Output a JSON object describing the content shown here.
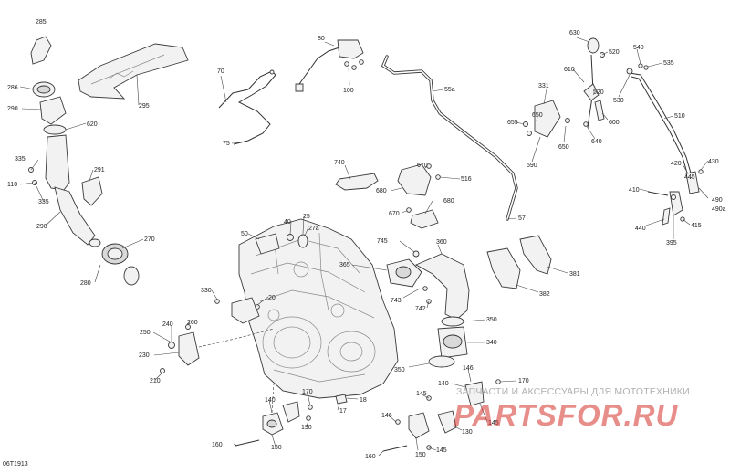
{
  "diagram_code": "06T1913",
  "watermark": {
    "text": "ЗАПЧАСТИ И АКСЕССУАРЫ ДЛЯ МОТОТЕХНИКИ",
    "logo": "PARTSFOR.RU",
    "color": "#d4322c"
  },
  "callouts": [
    {
      "id": "c285",
      "label": "285"
    },
    {
      "id": "c286",
      "label": "286"
    },
    {
      "id": "c290a",
      "label": "290"
    },
    {
      "id": "c620",
      "label": "620"
    },
    {
      "id": "c295",
      "label": "295"
    },
    {
      "id": "c335a",
      "label": "335"
    },
    {
      "id": "c110",
      "label": "110"
    },
    {
      "id": "c335b",
      "label": "335"
    },
    {
      "id": "c291",
      "label": "291"
    },
    {
      "id": "c290b",
      "label": "290"
    },
    {
      "id": "c270",
      "label": "270"
    },
    {
      "id": "c280",
      "label": "280"
    },
    {
      "id": "c70",
      "label": "70"
    },
    {
      "id": "c75",
      "label": "75"
    },
    {
      "id": "c80",
      "label": "80"
    },
    {
      "id": "c100",
      "label": "100"
    },
    {
      "id": "c55a",
      "label": "55a"
    },
    {
      "id": "c57",
      "label": "57"
    },
    {
      "id": "c740",
      "label": "740"
    },
    {
      "id": "c670a",
      "label": "670"
    },
    {
      "id": "c516",
      "label": "516"
    },
    {
      "id": "c680a",
      "label": "680"
    },
    {
      "id": "c670b",
      "label": "670"
    },
    {
      "id": "c680b",
      "label": "680"
    },
    {
      "id": "c331",
      "label": "331"
    },
    {
      "id": "c655",
      "label": "655"
    },
    {
      "id": "c650a",
      "label": "650"
    },
    {
      "id": "c650b",
      "label": "650"
    },
    {
      "id": "c590",
      "label": "590"
    },
    {
      "id": "c630",
      "label": "630"
    },
    {
      "id": "c520a",
      "label": "520"
    },
    {
      "id": "c610",
      "label": "610"
    },
    {
      "id": "c520b",
      "label": "520"
    },
    {
      "id": "c600",
      "label": "600"
    },
    {
      "id": "c640",
      "label": "640"
    },
    {
      "id": "c540",
      "label": "540"
    },
    {
      "id": "c535",
      "label": "535"
    },
    {
      "id": "c530",
      "label": "530"
    },
    {
      "id": "c510",
      "label": "510"
    },
    {
      "id": "c420",
      "label": "420"
    },
    {
      "id": "c430",
      "label": "430"
    },
    {
      "id": "c445",
      "label": "445"
    },
    {
      "id": "c410",
      "label": "410"
    },
    {
      "id": "c490",
      "label": "490"
    },
    {
      "id": "c490a",
      "label": "490a"
    },
    {
      "id": "c440",
      "label": "440"
    },
    {
      "id": "c415",
      "label": "415"
    },
    {
      "id": "c395",
      "label": "395"
    },
    {
      "id": "c40",
      "label": "40"
    },
    {
      "id": "c25",
      "label": "25"
    },
    {
      "id": "c27a",
      "label": "27a"
    },
    {
      "id": "c50",
      "label": "50"
    },
    {
      "id": "c745",
      "label": "745"
    },
    {
      "id": "c360",
      "label": "360"
    },
    {
      "id": "c365",
      "label": "365"
    },
    {
      "id": "c743",
      "label": "743"
    },
    {
      "id": "c742",
      "label": "742"
    },
    {
      "id": "c381",
      "label": "381"
    },
    {
      "id": "c382",
      "label": "382"
    },
    {
      "id": "c350a",
      "label": "350"
    },
    {
      "id": "c340",
      "label": "340"
    },
    {
      "id": "c350b",
      "label": "350"
    },
    {
      "id": "c330",
      "label": "330"
    },
    {
      "id": "c20",
      "label": "20"
    },
    {
      "id": "c250",
      "label": "250"
    },
    {
      "id": "c240",
      "label": "240"
    },
    {
      "id": "c260",
      "label": "260"
    },
    {
      "id": "c230",
      "label": "230"
    },
    {
      "id": "c210",
      "label": "210"
    },
    {
      "id": "c140a",
      "label": "140"
    },
    {
      "id": "c170a",
      "label": "170"
    },
    {
      "id": "c18",
      "label": "18"
    },
    {
      "id": "c17",
      "label": "17"
    },
    {
      "id": "c190",
      "label": "190"
    },
    {
      "id": "c160a",
      "label": "160"
    },
    {
      "id": "c130a",
      "label": "130"
    },
    {
      "id": "c146a",
      "label": "146"
    },
    {
      "id": "c140b",
      "label": "140"
    },
    {
      "id": "c170b",
      "label": "170"
    },
    {
      "id": "c145a",
      "label": "145"
    },
    {
      "id": "c145b",
      "label": "145"
    },
    {
      "id": "c130b",
      "label": "130"
    },
    {
      "id": "c146b",
      "label": "146"
    },
    {
      "id": "c160b",
      "label": "160"
    },
    {
      "id": "c150",
      "label": "150"
    },
    {
      "id": "c145c",
      "label": "145"
    }
  ]
}
